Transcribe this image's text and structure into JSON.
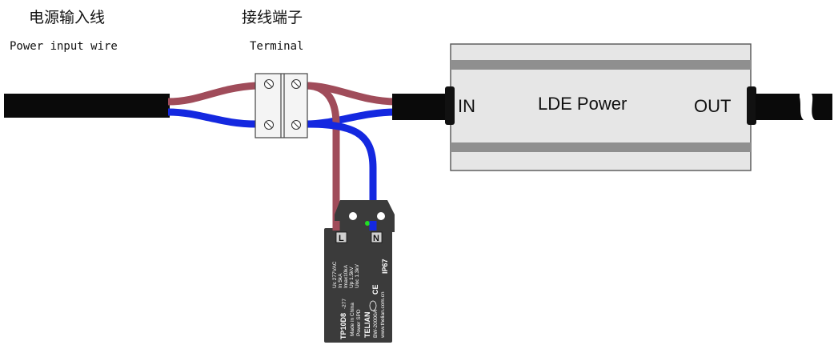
{
  "labels": {
    "power_input_cn": "电源输入线",
    "power_input_en": "Power input wire",
    "terminal_cn": "接线端子",
    "terminal_en": "Terminal"
  },
  "power_supply": {
    "in_label": "IN",
    "title": "LDE Power",
    "out_label": "OUT"
  },
  "spd": {
    "terminal_l": "L",
    "terminal_n": "N",
    "model": "TP10D8",
    "model_suffix": "-277",
    "spec_lines": [
      "Uc 277VAC",
      "In 5kA",
      "Imax10kA",
      "Up 1.5kV",
      "Uoc 1.3kV"
    ],
    "made_in": "Made in China",
    "power_spd": "Power SPD",
    "brand": "TELIAN",
    "rating": "IP67",
    "cert": "CE",
    "address": "www.thelian.com.cn",
    "code": "BW-20000A"
  },
  "colors": {
    "live_wire": "#a04c5a",
    "neutral_wire": "#1428e0",
    "cable": "#0a0a0a",
    "spd_body": "#3b3b3b",
    "indicator": "#22dd22",
    "housing_light": "#e2e2e2",
    "housing_stripe": "#8f8f8f"
  }
}
